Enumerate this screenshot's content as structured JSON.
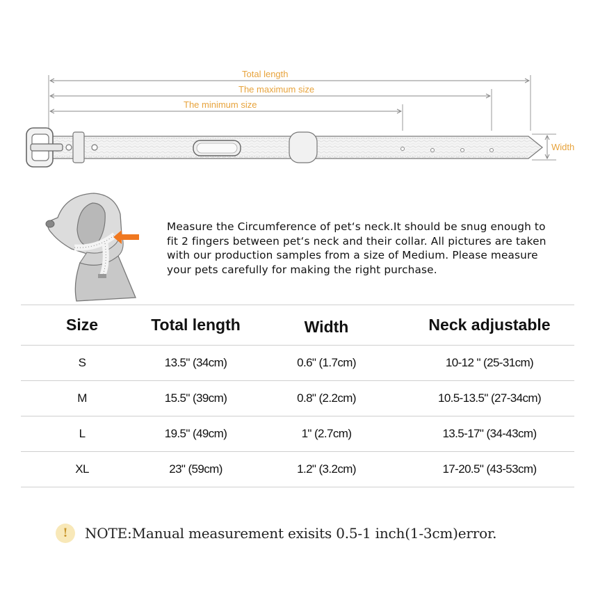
{
  "collar_diagram": {
    "total_length_label": "Total length",
    "max_size_label": "The maximum size",
    "min_size_label": "The minimum size",
    "width_label": "Width",
    "line_color": "#888888",
    "label_color": "#e7a33c"
  },
  "measure_instructions": "Measure the Circumference of pet‘s neck.It should be snug enough to fit 2 fingers between pet‘s neck and their collar. All pictures are taken with our production samples from a size of Medium. Please measure your pets carefully for making the right purchase.",
  "size_table": {
    "headers": [
      "Size",
      "Total length",
      "Width",
      "Neck adjustable"
    ],
    "rows": [
      [
        "S",
        "13.5\" (34cm)",
        "0.6\" (1.7cm)",
        "10-12 \" (25-31cm)"
      ],
      [
        "M",
        "15.5\" (39cm)",
        "0.8\" (2.2cm)",
        "10.5-13.5\" (27-34cm)"
      ],
      [
        "L",
        "19.5\" (49cm)",
        "1\" (2.7cm)",
        "13.5-17\" (34-43cm)"
      ],
      [
        "XL",
        "23\" (59cm)",
        "1.2\" (3.2cm)",
        "17-20.5\" (43-53cm)"
      ]
    ]
  },
  "note": {
    "icon": "exclamation-icon",
    "icon_glyph": "!",
    "text": "NOTE:Manual measurement exisits 0.5-1 inch(1-3cm)error."
  },
  "accent_color": "#f07820"
}
